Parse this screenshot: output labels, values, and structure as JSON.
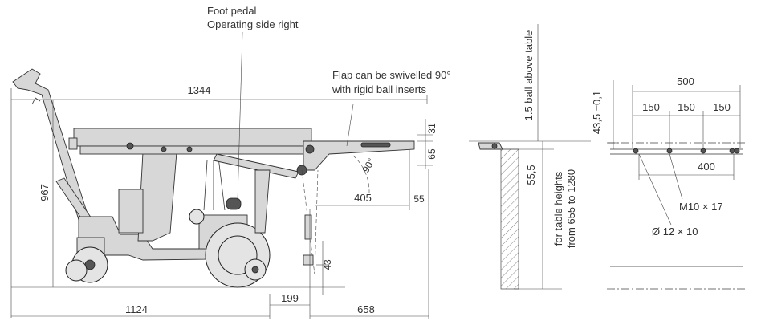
{
  "annotations": {
    "foot_pedal_line1": "Foot pedal",
    "foot_pedal_line2": "Operating side right",
    "flap_line1": "Flap can be swivelled 90°",
    "flap_line2": "with rigid ball inserts",
    "angle": "90°",
    "ball_above_table": "1.5 ball above table",
    "table_heights_line1": "for table heights",
    "table_heights_line2": "from 655 to 1280",
    "thread": "M10 × 17",
    "hole": "Ø 12 × 10"
  },
  "dimensions": {
    "d1344": "1344",
    "d967": "967",
    "d31": "31",
    "d65": "65",
    "d405": "405",
    "d55": "55",
    "d43": "43",
    "d1124": "1124",
    "d199": "199",
    "d658": "658",
    "d55_5": "55,5",
    "d43_5": "43,5 ±0,1",
    "d500": "500",
    "d150a": "150",
    "d150b": "150",
    "d150c": "150",
    "d400": "400"
  }
}
